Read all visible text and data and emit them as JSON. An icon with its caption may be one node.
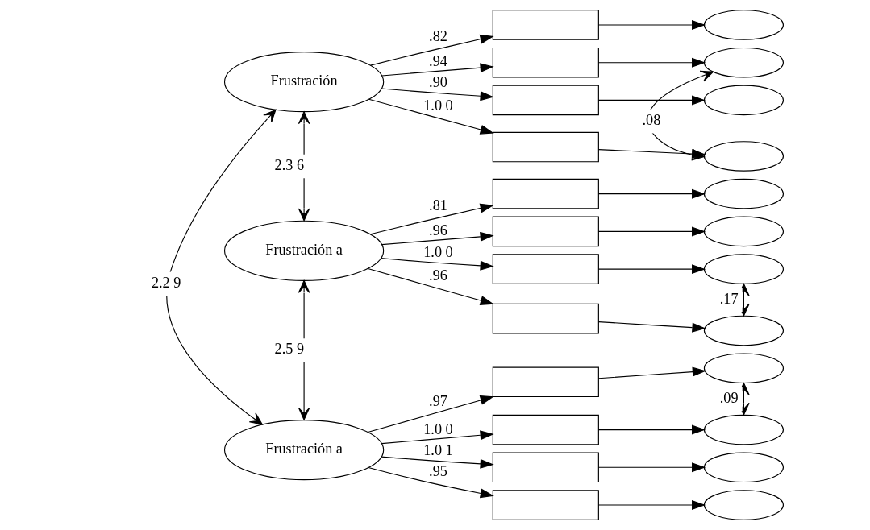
{
  "diagram": {
    "nodes": [
      {
        "text": [
          "Frustración"
        ]
      },
      {
        "text": [
          "Frustración a"
        ]
      },
      {
        "text": [
          "Frustración a"
        ]
      },
      {
        "text": [],
        "shape": "box"
      },
      {
        "text": [],
        "shape": "box"
      },
      {
        "text": [],
        "shape": "box"
      },
      {
        "text": [],
        "shape": "box"
      },
      {
        "text": [],
        "shape": "box"
      },
      {
        "text": [],
        "shape": "box"
      },
      {
        "text": [],
        "shape": "box"
      },
      {
        "text": [],
        "shape": "box"
      },
      {
        "text": [],
        "shape": "box"
      },
      {
        "text": [],
        "shape": "box"
      },
      {
        "text": [],
        "shape": "box"
      },
      {
        "text": [],
        "shape": "box"
      },
      {
        "text": [],
        "shape": "ellipse"
      },
      {
        "text": [],
        "shape": "ellipse"
      },
      {
        "text": [],
        "shape": "ellipse"
      },
      {
        "text": [],
        "shape": "ellipse"
      },
      {
        "text": [],
        "shape": "ellipse"
      },
      {
        "text": [],
        "shape": "ellipse"
      },
      {
        "text": [],
        "shape": "ellipse"
      },
      {
        "text": [],
        "shape": "ellipse"
      },
      {
        "text": [],
        "shape": "ellipse"
      },
      {
        "text": [],
        "shape": "ellipse"
      },
      {
        "text": [],
        "shape": "ellipse"
      },
      {
        "text": [],
        "shape": "ellipse"
      }
    ],
    "edges": [
      {
        "from": 0,
        "to": 3,
        "arrow": "to",
        "label": ".82"
      },
      {
        "from": 0,
        "to": 4,
        "arrow": "to",
        "label": ".94"
      },
      {
        "from": 0,
        "to": 5,
        "arrow": "to",
        "label": ".90"
      },
      {
        "from": 0,
        "to": 6,
        "arrow": "to",
        "label": "1.0 0"
      },
      {
        "from": 1,
        "to": 7,
        "arrow": "to",
        "label": ".81"
      },
      {
        "from": 1,
        "to": 8,
        "arrow": "to",
        "label": ".96"
      },
      {
        "from": 1,
        "to": 9,
        "arrow": "to",
        "label": "1.0 0"
      },
      {
        "from": 1,
        "to": 10,
        "arrow": "to",
        "label": ".96"
      },
      {
        "from": 2,
        "to": 11,
        "arrow": "to",
        "label": ".97"
      },
      {
        "from": 2,
        "to": 12,
        "arrow": "to",
        "label": "1.0 0"
      },
      {
        "from": 2,
        "to": 13,
        "arrow": "to",
        "label": "1.0 1"
      },
      {
        "from": 2,
        "to": 14,
        "arrow": "to",
        "label": ".95"
      },
      {
        "from": 3,
        "to": 15,
        "arrow": "to"
      },
      {
        "from": 4,
        "to": 16,
        "arrow": "to"
      },
      {
        "from": 5,
        "to": 17,
        "arrow": "to"
      },
      {
        "from": 6,
        "to": 18,
        "arrow": "to"
      },
      {
        "from": 7,
        "to": 19,
        "arrow": "to"
      },
      {
        "from": 8,
        "to": 20,
        "arrow": "to"
      },
      {
        "from": 9,
        "to": 21,
        "arrow": "to"
      },
      {
        "from": 10,
        "to": 22,
        "arrow": "to"
      },
      {
        "from": 11,
        "to": 23,
        "arrow": "to"
      },
      {
        "from": 12,
        "to": 24,
        "arrow": "to"
      },
      {
        "from": 13,
        "to": 25,
        "arrow": "to"
      },
      {
        "from": 14,
        "to": 26,
        "arrow": "to"
      },
      {
        "from": 0,
        "to": 1,
        "arrow": "both",
        "label": "2.3 6"
      },
      {
        "from": 1,
        "to": 2,
        "arrow": "both",
        "label": "2.5 9"
      },
      {
        "from": 0,
        "to": 2,
        "arrow": "both",
        "label": "2.2 9"
      },
      {
        "from": 16,
        "to": 18,
        "arrow": "both",
        "label": ".08"
      },
      {
        "from": 21,
        "to": 22,
        "arrow": "both",
        "label": ".17"
      },
      {
        "from": 23,
        "to": 24,
        "arrow": "both",
        "label": ".09"
      }
    ]
  }
}
